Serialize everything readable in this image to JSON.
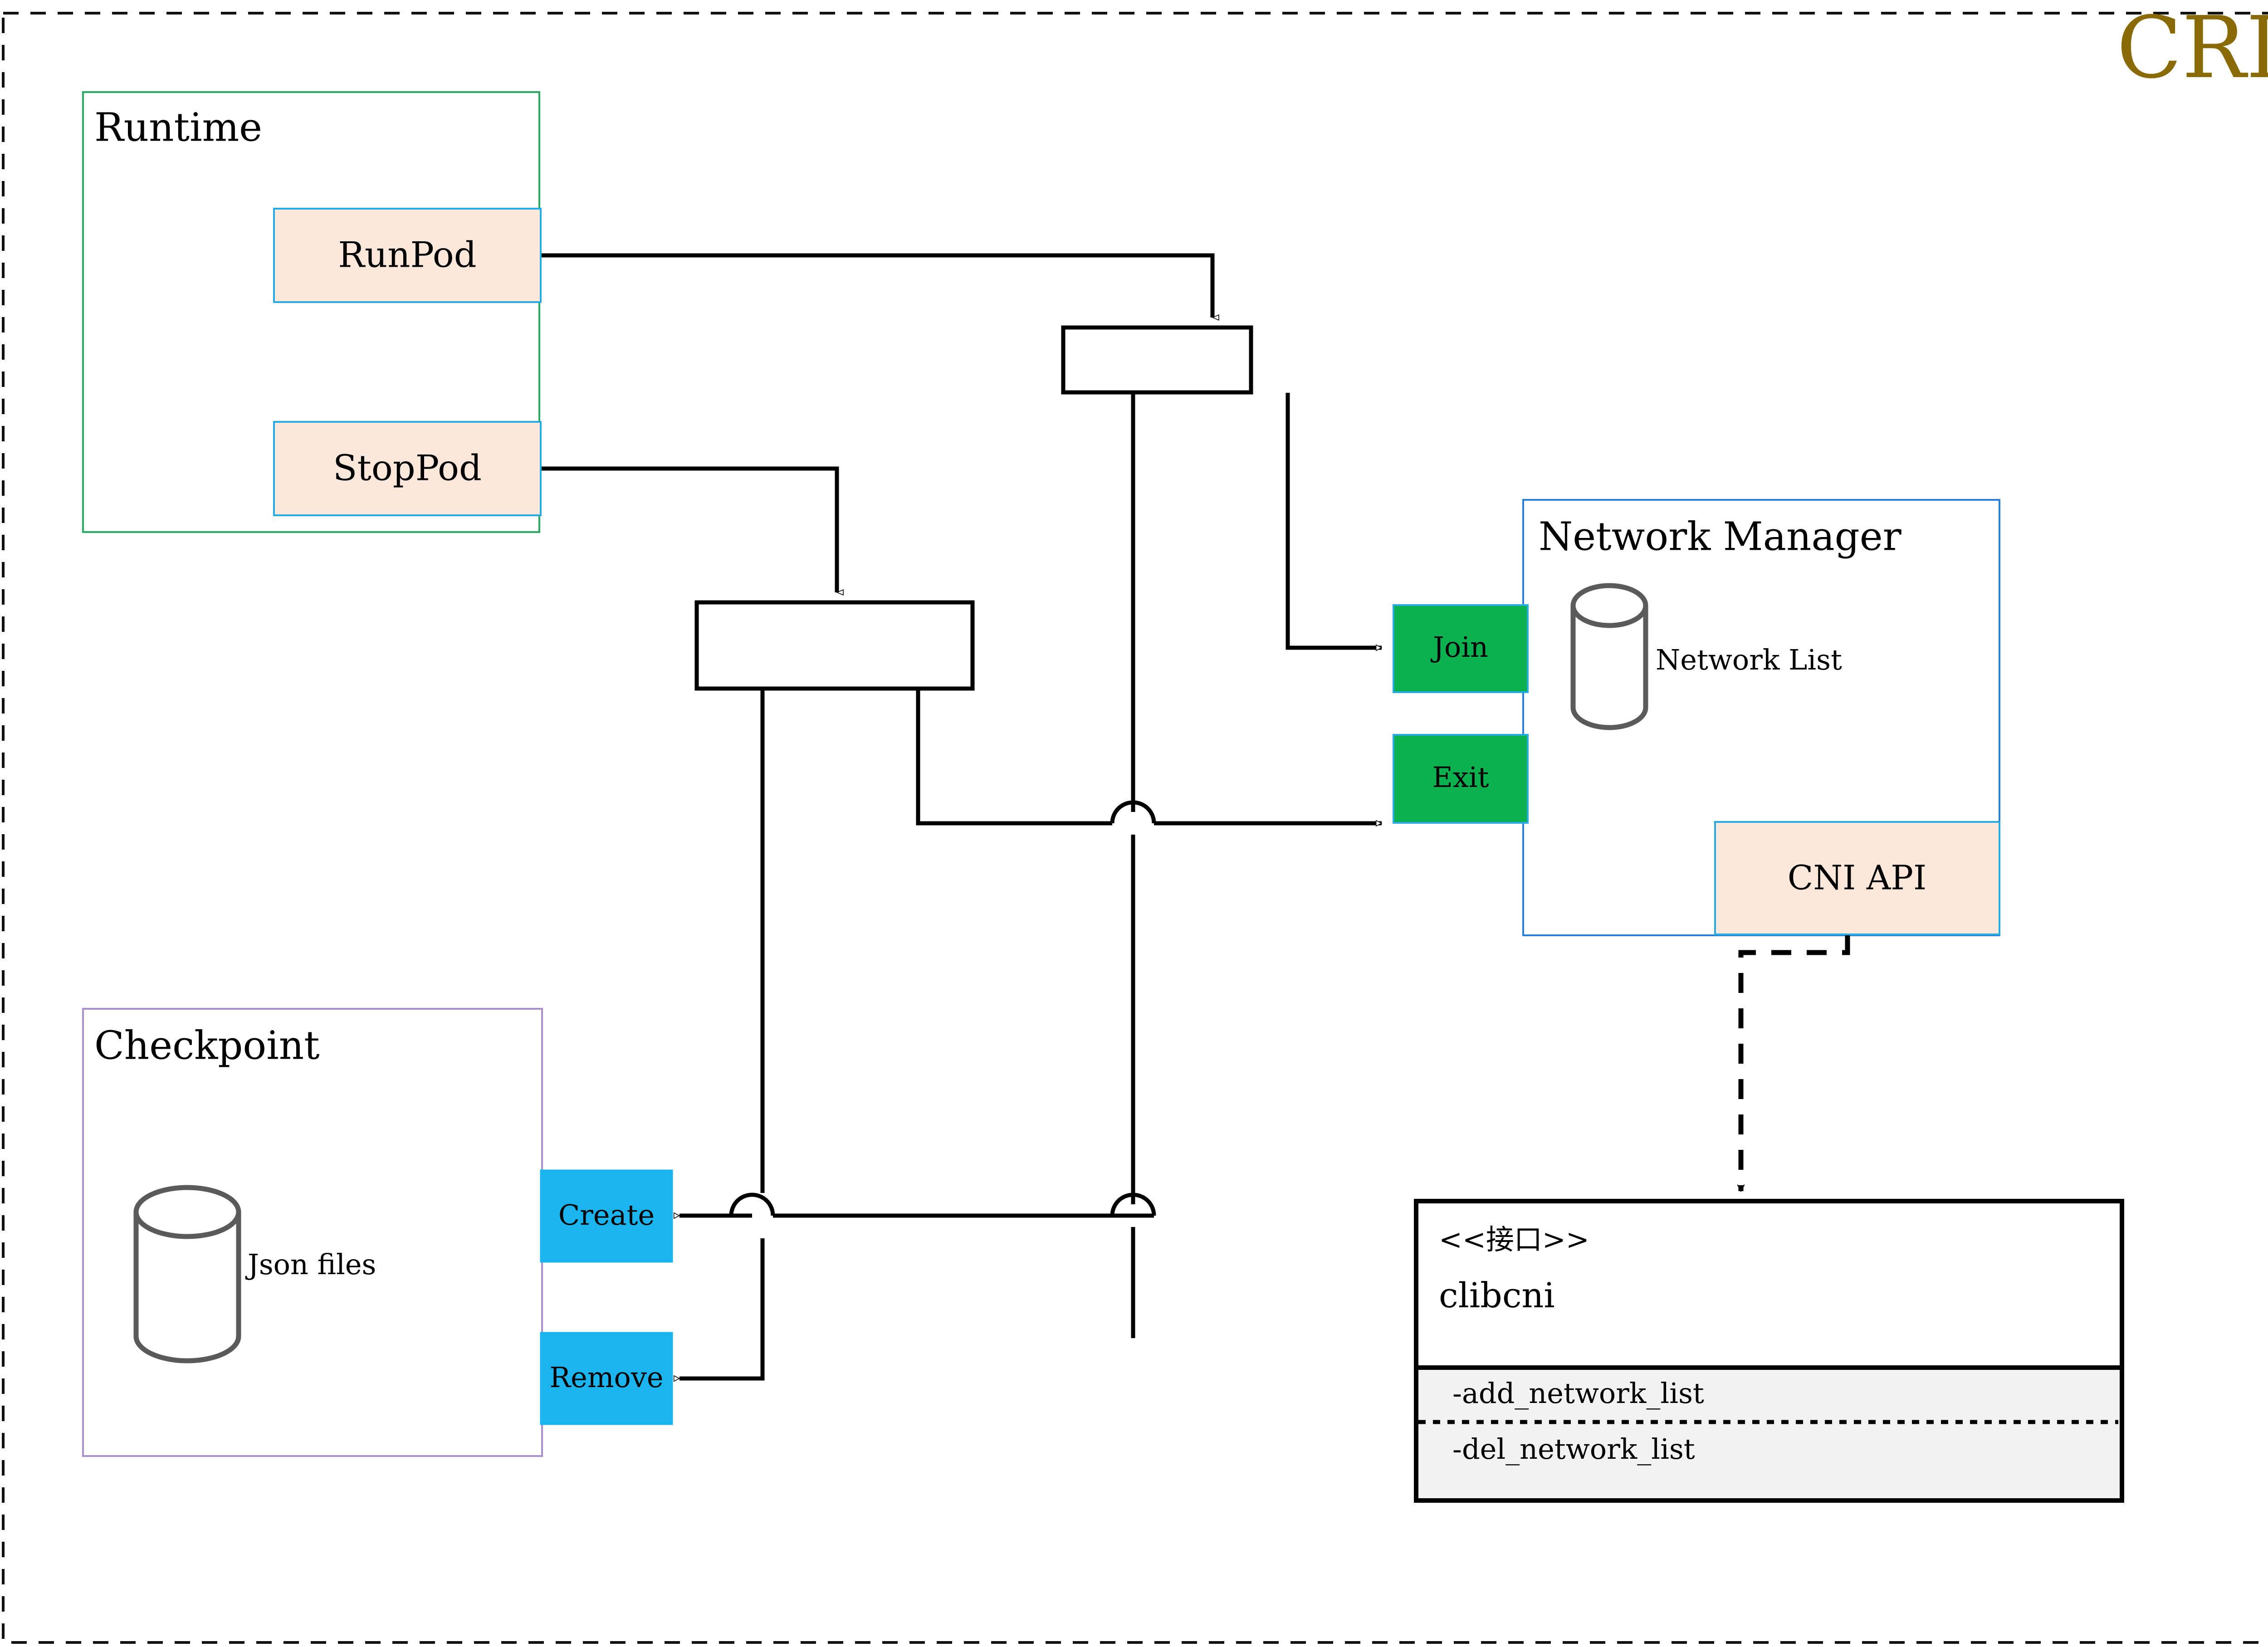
{
  "diagram": {
    "title": "CRI",
    "title_color": "#8a6a06",
    "frame": {
      "style": "dashed",
      "color": "#111111"
    },
    "groups": [
      {
        "id": "runtime",
        "label": "Runtime",
        "border_color": "#27ae60",
        "members": [
          {
            "id": "runpod",
            "label": "RunPod",
            "fill": "#fce8da",
            "border": "#29abe2"
          },
          {
            "id": "stoppod",
            "label": "StopPod",
            "fill": "#fce8da",
            "border": "#29abe2"
          }
        ]
      },
      {
        "id": "checkpoint",
        "label": "Checkpoint",
        "border_color": "#a98fd0",
        "store": {
          "id": "json-files",
          "label": "Json files",
          "shape": "cylinder"
        },
        "members": [
          {
            "id": "create",
            "label": "Create",
            "fill": "#1ab5ef",
            "border": "#1ab5ef"
          },
          {
            "id": "remove",
            "label": "Remove",
            "fill": "#1ab5ef",
            "border": "#1ab5ef"
          }
        ]
      },
      {
        "id": "network-manager",
        "label": "Network Manager",
        "border_color": "#2b7fd4",
        "store": {
          "id": "network-list",
          "label": "Network List",
          "shape": "cylinder"
        },
        "members": [
          {
            "id": "join",
            "label": "Join",
            "fill": "#0bb04f",
            "border": "#29abe2"
          },
          {
            "id": "exit",
            "label": "Exit",
            "fill": "#0bb04f",
            "border": "#29abe2"
          },
          {
            "id": "cni-api",
            "label": "CNI API",
            "fill": "#fce8da",
            "border": "#29abe2"
          }
        ]
      }
    ],
    "interface": {
      "id": "clibcni",
      "stereotype": "<<接口>>",
      "name": "clibcni",
      "methods": [
        "-add_network_list",
        "-del_network_list"
      ],
      "method_section_fill": "#f2f2f2"
    },
    "junction_bars": [
      {
        "id": "join-fork-bar"
      },
      {
        "id": "exit-fork-bar"
      }
    ],
    "edge_styles": {
      "solid": "solid",
      "dependency": "dashed"
    }
  }
}
